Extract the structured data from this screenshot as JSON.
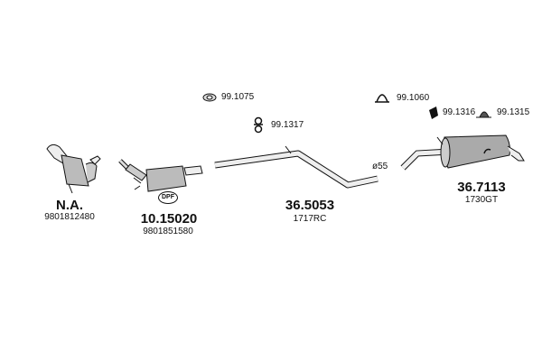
{
  "parts": [
    {
      "ref": "N.A.",
      "oem": "9801812480"
    },
    {
      "ref": "10.15020",
      "oem": "9801851580",
      "badge": "DPF"
    },
    {
      "ref": "36.5053",
      "oem": "1717RC",
      "note": "ø55"
    },
    {
      "ref": "36.7113",
      "oem": "1730GT"
    }
  ],
  "accessories": [
    {
      "code": "99.1075",
      "icon": "gasket-ring-icon"
    },
    {
      "code": "99.1317",
      "icon": "rubber-mount-icon"
    },
    {
      "code": "99.1060",
      "icon": "clamp-icon"
    },
    {
      "code": "99.1316",
      "icon": "hanger-icon"
    },
    {
      "code": "99.1315",
      "icon": "bracket-icon"
    }
  ]
}
